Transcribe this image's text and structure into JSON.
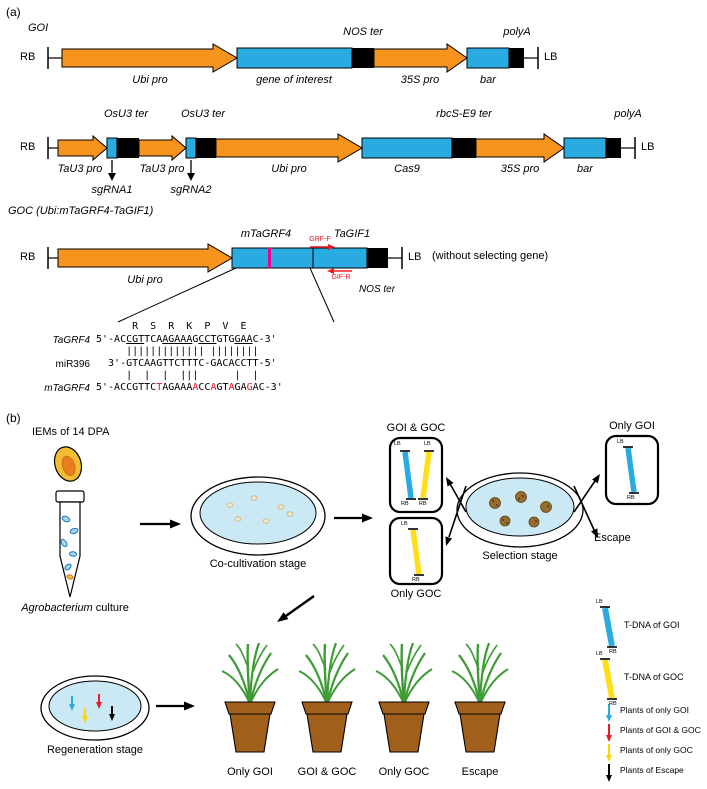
{
  "colors": {
    "promoter_orange": "#F7941E",
    "cds_blue": "#29ABE2",
    "terminator_black": "#000000",
    "tdna_goi_blue": "#29ABE2",
    "tdna_goc_yellow": "#FFDE17",
    "primer_red": "#ED1C24",
    "mutation_red": "#E8121A",
    "target_site_magenta": "#EC008C",
    "dish_blue": "#CBE9F4",
    "pot_brown": "#A0601C",
    "plant_green": "#3E9B35",
    "callus_brown": "#966D2F"
  },
  "panel_a": {
    "label": "(a)",
    "c1": {
      "title": "GOI",
      "rb": "RB",
      "lb": "LB",
      "ubi_pro": "Ubi pro",
      "gene_of_interest": "gene of interest",
      "nos_ter": "NOS ter",
      "p35s": "35S pro",
      "bar": "bar",
      "polya": "polyA"
    },
    "c2": {
      "rb": "RB",
      "lb": "LB",
      "osu3_ter_1": "OsU3 ter",
      "osu3_ter_2": "OsU3 ter",
      "tau3_pro_1": "TaU3 pro",
      "tau3_pro_2": "TaU3 pro",
      "sgrna1": "sgRNA1",
      "sgrna2": "sgRNA2",
      "ubi_pro": "Ubi pro",
      "cas9": "Cas9",
      "rbcs_e9_ter": "rbcS-E9 ter",
      "p35s": "35S pro",
      "bar": "bar",
      "polya": "polyA"
    },
    "c3": {
      "title": "GOC (Ubi:mTaGRF4-TaGIF1)",
      "rb": "RB",
      "lb": "LB",
      "ubi_pro": "Ubi pro",
      "mtagrf4": "mTaGRF4",
      "tagif1": "TaGIF1",
      "grf_f": "GRF-F",
      "gif_r": "GIF-R",
      "nos_ter": "NOS ter",
      "note": "(without selecting gene)"
    },
    "alignment": {
      "aa_row": "      R  S  R  K  P  V  E",
      "label_tagrf4": "TaGRF4",
      "label_mir396": "miR396",
      "label_mtagrf4": "mTaGRF4",
      "tagrf4": {
        "s1": "5'-AC",
        "u1": "CGT",
        "s2": "TCA",
        "u2": "AGAAA",
        "s3": "G",
        "u3": "CCT",
        "s4": "GTG",
        "u4": "GAA",
        "s5": "C-3'"
      },
      "pairs1": "     ||||||||||||| ||||||||",
      "mir396": "  3'-GTCAAGTTCTTTC-GACACCTT-5'",
      "pairs2": "     |  |  |  |||      |  |",
      "mtagrf4": {
        "s1": "5'-ACCGTTC",
        "r1": "T",
        "s2": "AGAAA",
        "r2": "A",
        "s3": "CC",
        "r3": "A",
        "s4": "GT",
        "r4": "A",
        "s5": "GA",
        "r5": "G",
        "s6": "AC-3'"
      }
    }
  },
  "panel_b": {
    "label": "(b)",
    "iems": "IEMs of 14 DPA",
    "agro_italic": "Agrobacterium",
    "agro_rest": " culture",
    "lb": "LB",
    "rb": "RB",
    "stages": {
      "cocultivation": "Co-cultivation stage",
      "selection": "Selection stage",
      "regeneration": "Regeneration stage"
    },
    "boxes": {
      "goi_goc": "GOI & GOC",
      "only_goi": "Only GOI",
      "only_goc": "Only GOC"
    },
    "escape": "Escape",
    "pots": [
      "Only GOI",
      "GOI & GOC",
      "Only GOC",
      "Escape"
    ],
    "legend_tdna": [
      {
        "label": "T-DNA of GOI",
        "color": "#29ABE2"
      },
      {
        "label": "T-DNA of GOC",
        "color": "#FFDE17"
      }
    ],
    "legend_plants": [
      {
        "label": "Plants of only GOI",
        "color": "#29ABE2"
      },
      {
        "label": "Plants of GOI & GOC",
        "color": "#ED1C24"
      },
      {
        "label": "Plants of only GOC",
        "color": "#FFD400"
      },
      {
        "label": "Plants of Escape",
        "color": "#000000"
      }
    ]
  }
}
